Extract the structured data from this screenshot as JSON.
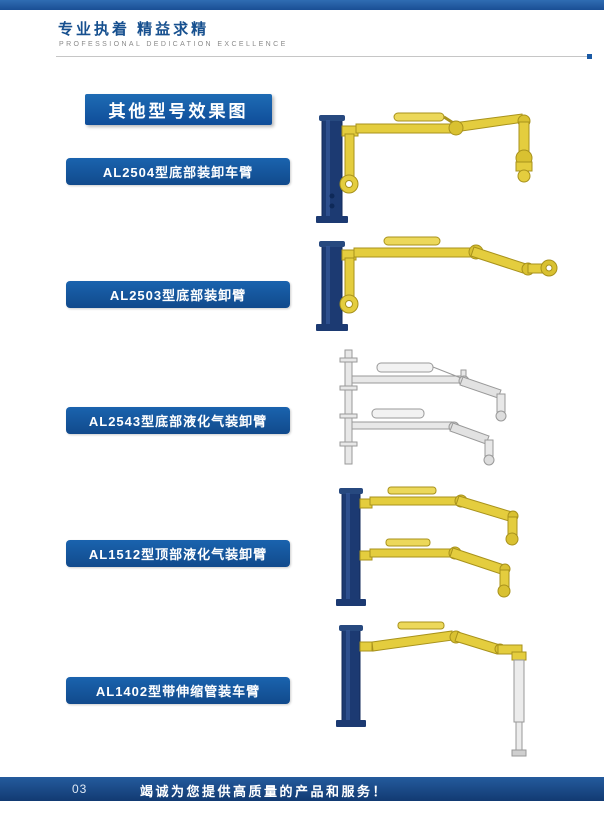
{
  "header": {
    "slogan_cn": "专业执着 精益求精",
    "slogan_en": "PROFESSIONAL DEDICATION EXCELLENCE"
  },
  "section_title": "其他型号效果图",
  "products": [
    {
      "model": "AL2504",
      "label": "AL2504型底部装卸车臂"
    },
    {
      "model": "AL2503",
      "label": "AL2503型底部装卸臂"
    },
    {
      "model": "AL2543",
      "label": "AL2543型底部液化气装卸臂"
    },
    {
      "model": "AL1512",
      "label": "AL1512型顶部液化气装卸臂"
    },
    {
      "model": "AL1402",
      "label": "AL1402型带伸缩管装车臂"
    }
  ],
  "footer": {
    "page_number": "03",
    "slogan": "竭诚为您提供高质量的产品和服务！"
  },
  "colors": {
    "accent_blue": "#1459a6",
    "label_blue": "#114a8c",
    "navy_post": "#1c3a72",
    "arm_yellow": "#e4cd3e",
    "gray_arm": "#e8e8e8",
    "footer_blue": "#123a72"
  }
}
